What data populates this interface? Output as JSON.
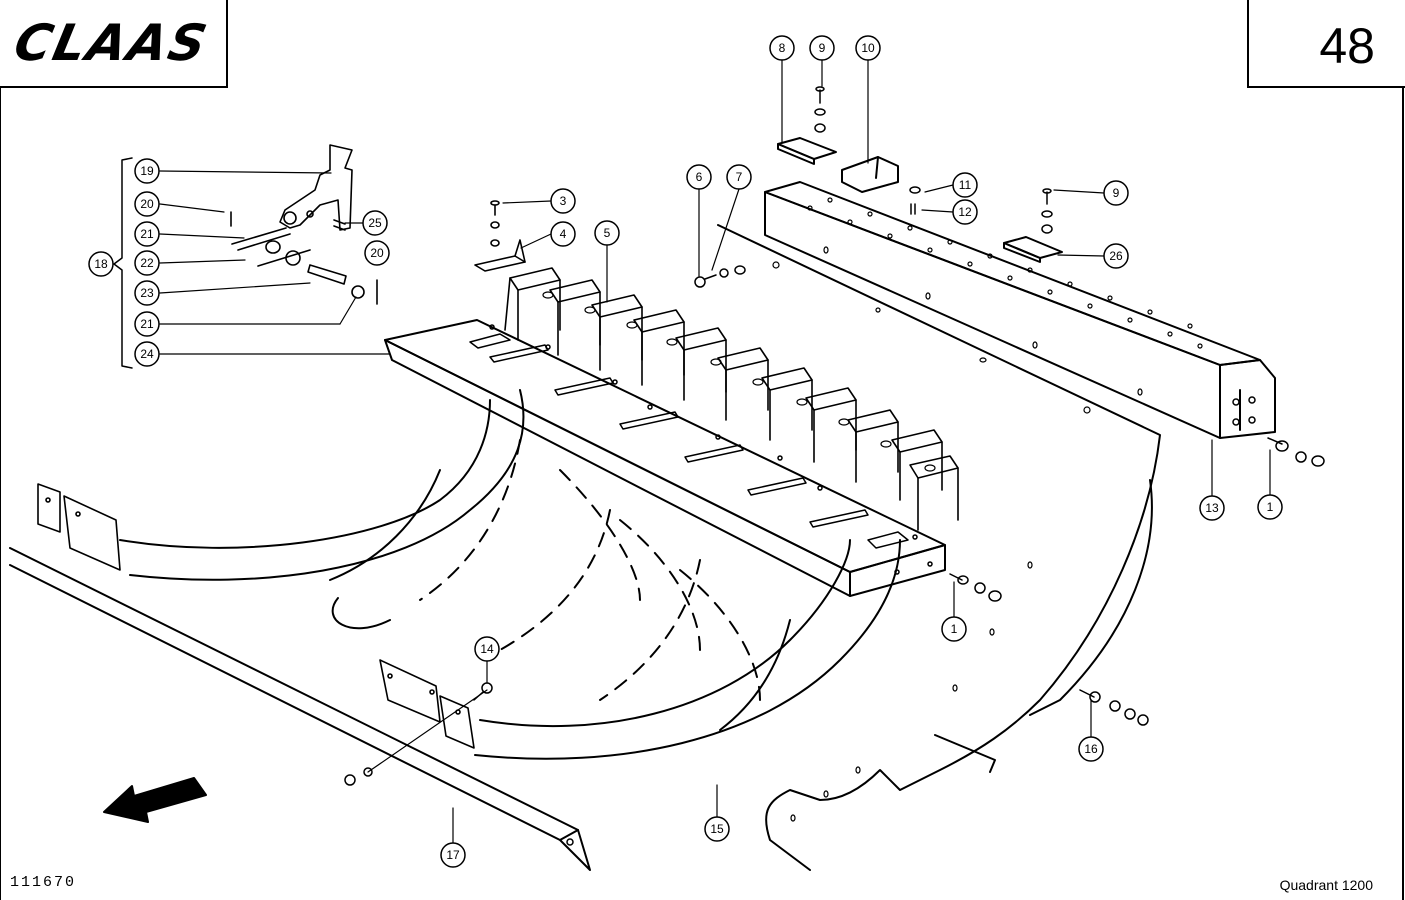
{
  "header": {
    "brand": "CLAAS",
    "page_number": "48"
  },
  "footer": {
    "drawing_number": "111670",
    "model": "Quadrant 1200"
  },
  "callouts": [
    {
      "id": "c8",
      "label": "8"
    },
    {
      "id": "c9a",
      "label": "9"
    },
    {
      "id": "c10",
      "label": "10"
    },
    {
      "id": "c11",
      "label": "11"
    },
    {
      "id": "c12",
      "label": "12"
    },
    {
      "id": "c9b",
      "label": "9"
    },
    {
      "id": "c26",
      "label": "26"
    },
    {
      "id": "c6",
      "label": "6"
    },
    {
      "id": "c7",
      "label": "7"
    },
    {
      "id": "c3",
      "label": "3"
    },
    {
      "id": "c4",
      "label": "4"
    },
    {
      "id": "c5",
      "label": "5"
    },
    {
      "id": "c19",
      "label": "19"
    },
    {
      "id": "c20a",
      "label": "20"
    },
    {
      "id": "c25",
      "label": "25"
    },
    {
      "id": "c21a",
      "label": "21"
    },
    {
      "id": "c20b",
      "label": "20"
    },
    {
      "id": "c18",
      "label": "18"
    },
    {
      "id": "c22",
      "label": "22"
    },
    {
      "id": "c23",
      "label": "23"
    },
    {
      "id": "c21b",
      "label": "21"
    },
    {
      "id": "c24",
      "label": "24"
    },
    {
      "id": "c13",
      "label": "13"
    },
    {
      "id": "c1a",
      "label": "1"
    },
    {
      "id": "c1b",
      "label": "1"
    },
    {
      "id": "c14",
      "label": "14"
    },
    {
      "id": "c16",
      "label": "16"
    },
    {
      "id": "c15",
      "label": "15"
    },
    {
      "id": "c17",
      "label": "17"
    }
  ]
}
